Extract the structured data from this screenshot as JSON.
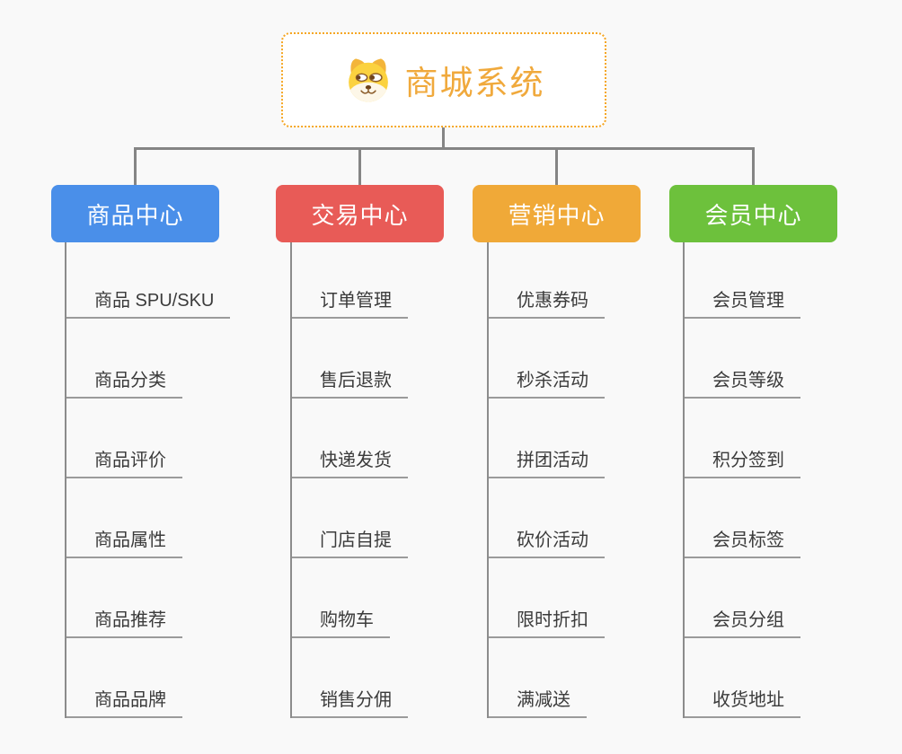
{
  "canvas": {
    "background": "#F9F9F9"
  },
  "root": {
    "title": "商城系统",
    "icon": "doge-icon",
    "text_color": "#F0A93C",
    "border_color": "#F5A623"
  },
  "connector_color": "#858585",
  "branches": [
    {
      "id": "product",
      "label": "商品中心",
      "color": "#4A8FE9",
      "children": [
        "商品 SPU/SKU",
        "商品分类",
        "商品评价",
        "商品属性",
        "商品推荐",
        "商品品牌"
      ]
    },
    {
      "id": "trade",
      "label": "交易中心",
      "color": "#E85B57",
      "children": [
        "订单管理",
        "售后退款",
        "快递发货",
        "门店自提",
        "购物车",
        "销售分佣"
      ]
    },
    {
      "id": "marketing",
      "label": "营销中心",
      "color": "#F0A938",
      "children": [
        "优惠券码",
        "秒杀活动",
        "拼团活动",
        "砍价活动",
        "限时折扣",
        "满减送"
      ]
    },
    {
      "id": "member",
      "label": "会员中心",
      "color": "#6DC13C",
      "children": [
        "会员管理",
        "会员等级",
        "积分签到",
        "会员标签",
        "会员分组",
        "收货地址"
      ]
    }
  ]
}
